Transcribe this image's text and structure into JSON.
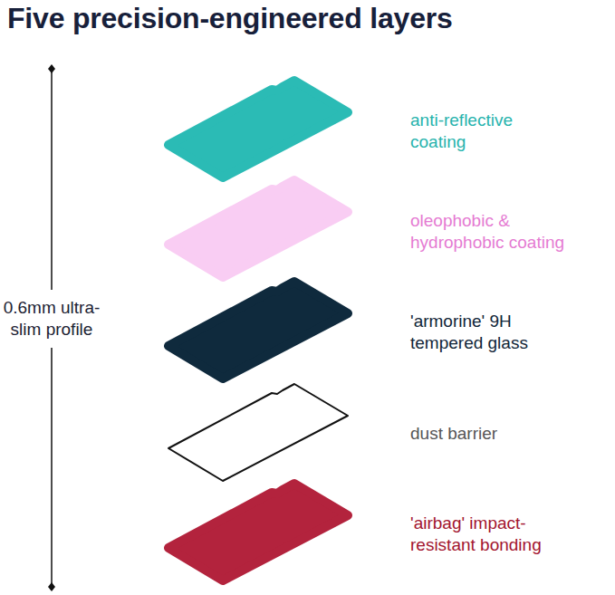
{
  "diagram": {
    "title": "Five precision-engineered layers",
    "labels": [
      "0.6mm ultra-slim profile",
      "anti-reflective coating",
      "oleophobic & hydrophobic coating",
      "'armorine' 9H tempered glass",
      "dust barrier",
      "'airbag' impact-resistant bonding"
    ]
  }
}
